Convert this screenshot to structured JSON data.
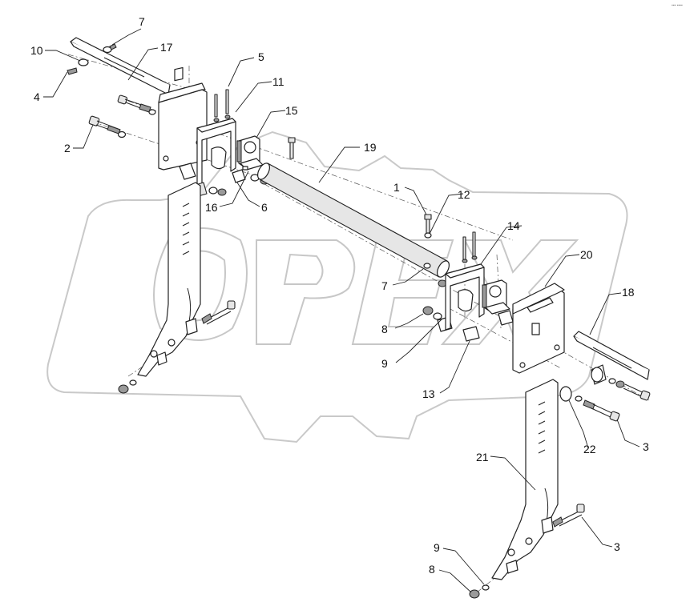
{
  "drawing": {
    "watermark": "OPEX",
    "corner_code": "▪▪▪ ▪▪▪▪",
    "callouts": [
      {
        "id": "c1",
        "label": "1"
      },
      {
        "id": "c2",
        "label": "2"
      },
      {
        "id": "c3a",
        "label": "3"
      },
      {
        "id": "c3b",
        "label": "3"
      },
      {
        "id": "c4",
        "label": "4"
      },
      {
        "id": "c5",
        "label": "5"
      },
      {
        "id": "c6",
        "label": "6"
      },
      {
        "id": "c7a",
        "label": "7"
      },
      {
        "id": "c7b",
        "label": "7"
      },
      {
        "id": "c8a",
        "label": "8"
      },
      {
        "id": "c8b",
        "label": "8"
      },
      {
        "id": "c9a",
        "label": "9"
      },
      {
        "id": "c9b",
        "label": "9"
      },
      {
        "id": "c10",
        "label": "10"
      },
      {
        "id": "c11",
        "label": "11"
      },
      {
        "id": "c12",
        "label": "12"
      },
      {
        "id": "c13",
        "label": "13"
      },
      {
        "id": "c14",
        "label": "14"
      },
      {
        "id": "c15",
        "label": "15"
      },
      {
        "id": "c16",
        "label": "16"
      },
      {
        "id": "c17",
        "label": "17"
      },
      {
        "id": "c18",
        "label": "18"
      },
      {
        "id": "c19",
        "label": "19"
      },
      {
        "id": "c20",
        "label": "20"
      },
      {
        "id": "c21",
        "label": "21"
      },
      {
        "id": "c22",
        "label": "22"
      }
    ]
  }
}
